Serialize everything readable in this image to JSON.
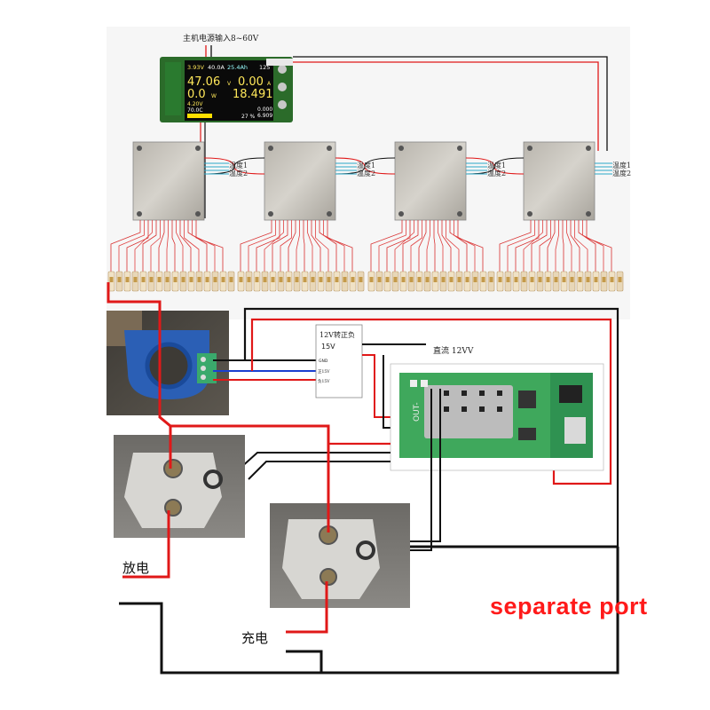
{
  "labels": {
    "power_input": "主机电源输入8~60V",
    "temp1": "温度1",
    "temp2": "温度2",
    "converter_title": "12V转正负",
    "converter_15v": "15V",
    "converter_gnd": "GND",
    "converter_pos": "正15V",
    "converter_neg": "负15V",
    "dc_12v": "直流 12VV",
    "discharge": "放电",
    "charge": "充电",
    "separate_port": "separate port",
    "board_out": "OUT-"
  },
  "display": {
    "row1_voltage": "3.93V",
    "row1_current": "40.0A",
    "row1_capacity": "25.4Ah",
    "row1_count": "125",
    "main_voltage": "47.06",
    "main_voltage_unit": "V",
    "main_current": "0.00",
    "main_current_unit": "A",
    "main_power": "0.0",
    "main_power_unit": "W",
    "main_energy": "18.491",
    "low_voltage": "4.20V",
    "low_temp": "70.0C",
    "percent": "27 %",
    "low_value1": "0.000",
    "low_value2": "6.909"
  },
  "colors": {
    "wire_red": "#e01818",
    "wire_black": "#111111",
    "wire_blue": "#1a3fd0",
    "wire_cyan": "#2aa8c8",
    "accent_text": "#ff1a1a"
  }
}
